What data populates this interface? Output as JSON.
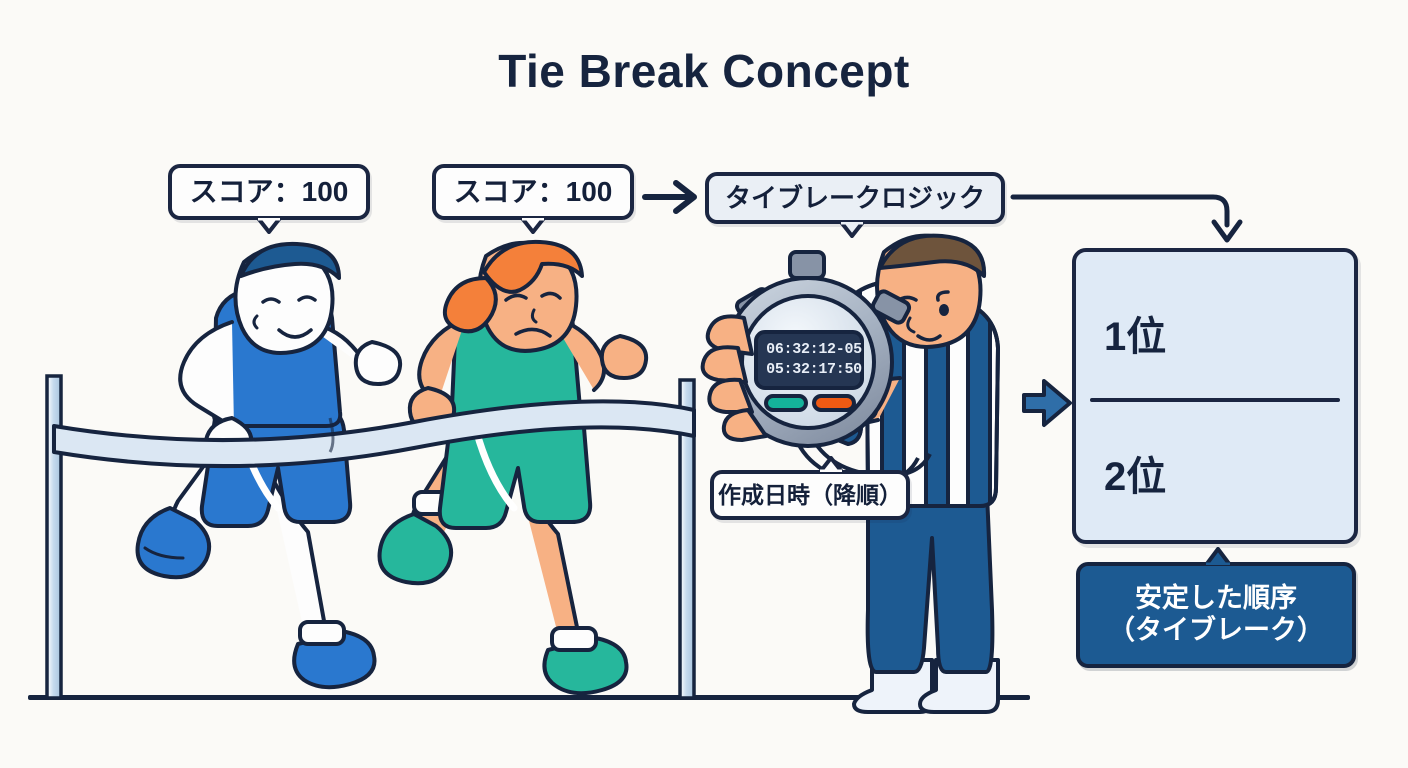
{
  "page": {
    "title": "Tie Break Concept",
    "background_color": "#fbfaf7",
    "ink_color": "#16243f"
  },
  "bubbles": {
    "runner_a_score": "スコア：100",
    "runner_b_score": "スコア：100",
    "tiebreak_logic": "タイブレークロジック",
    "sort_key": "作成日時（降順）"
  },
  "stopwatch": {
    "line1": "06:32:12-05",
    "line2": "05:32:17:50",
    "button_left_color": "#14b39a",
    "button_right_color": "#ef5a13"
  },
  "ranking": {
    "first_label": "1位",
    "second_label": "2位",
    "first_avatar": "female-runner-avatar",
    "second_avatar": "male-runner-avatar",
    "panel_color": "#dfeaf6"
  },
  "result": {
    "line1": "安定した順序",
    "line2": "（タイブレーク）",
    "box_color": "#1c5a92"
  },
  "scene": {
    "runner_male": "male-runner",
    "runner_female": "female-runner",
    "referee": "referee-with-stopwatch",
    "finish_tape": "finish-tape",
    "ground": "ground-line"
  },
  "colors": {
    "navy": "#16243f",
    "blue": "#2a78cf",
    "teal": "#26b79c",
    "orange": "#f4803a",
    "skin": "#f7b184",
    "tape": "#dbe7f3"
  }
}
